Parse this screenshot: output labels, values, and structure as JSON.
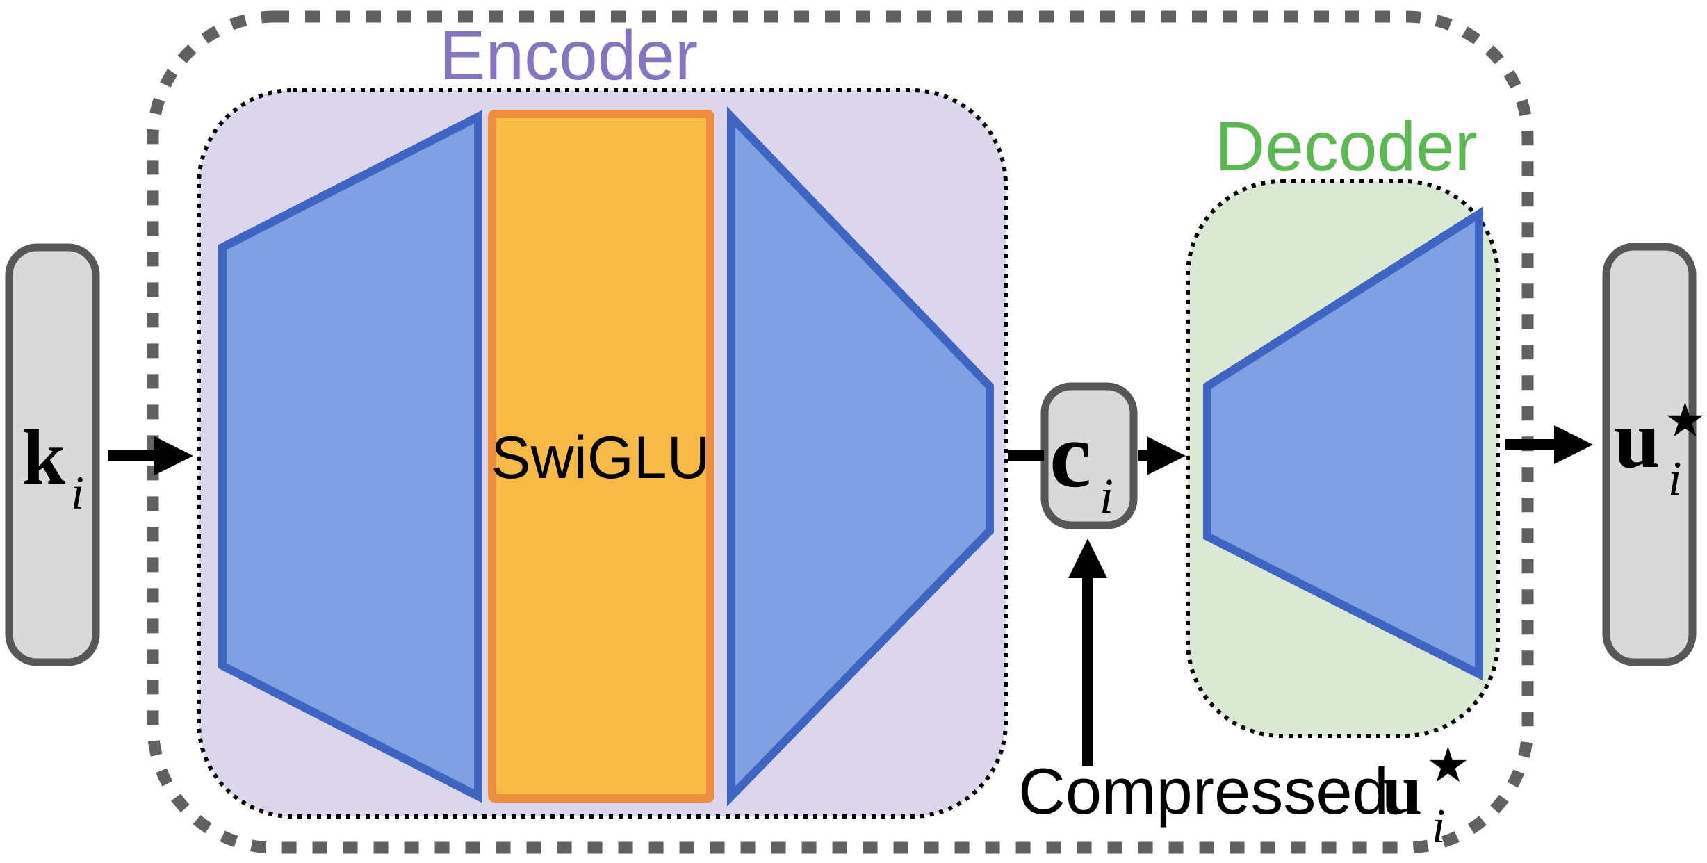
{
  "figure": {
    "encoder": {
      "label": "Encoder"
    },
    "decoder": {
      "label": "Decoder"
    },
    "swiglu": {
      "label": "SwiGLU"
    },
    "input": {
      "symbol": "k",
      "subscript": "i"
    },
    "code": {
      "symbol": "c",
      "subscript": "i"
    },
    "output": {
      "symbol": "u",
      "subscript": "i",
      "superscript": "★"
    },
    "caption": {
      "prefix": "Compressed",
      "symbol": "u",
      "subscript": "i",
      "superscript": "★"
    }
  },
  "colors": {
    "encoder-fill": "#dcd6ec",
    "encoder-text": "#8474c1",
    "decoder-fill": "#daead2",
    "decoder-text": "#5bb952",
    "trapezoid-fill": "#80a0e4",
    "trapezoid-stroke": "#3f65c2",
    "swiglu-fill": "#f7ba45",
    "swiglu-stroke": "#ee8e3c",
    "box-fill": "#d9d9d9",
    "box-stroke": "#575757",
    "outer-dash": "#616161",
    "arrow": "#000000"
  }
}
